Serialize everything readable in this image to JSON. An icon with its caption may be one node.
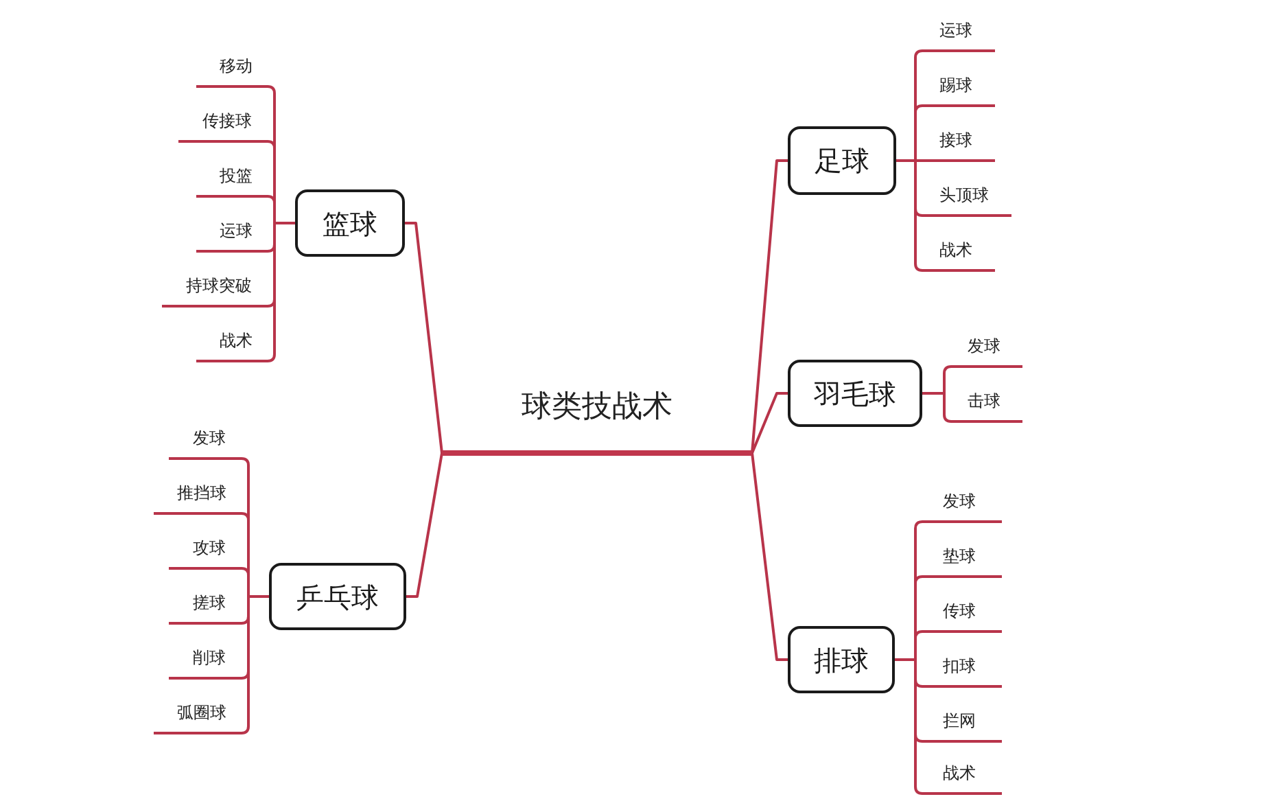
{
  "diagram": {
    "nodes": [
      {
        "text": [
          "球类技战术"
        ]
      },
      {
        "text": [
          "篮球"
        ]
      },
      {
        "text": [
          "移动"
        ]
      },
      {
        "text": [
          "传接球"
        ]
      },
      {
        "text": [
          "投篮"
        ]
      },
      {
        "text": [
          "运球"
        ]
      },
      {
        "text": [
          "持球突破"
        ]
      },
      {
        "text": [
          "战术"
        ]
      },
      {
        "text": [
          "乒乓球"
        ]
      },
      {
        "text": [
          "发球"
        ]
      },
      {
        "text": [
          "推挡球"
        ]
      },
      {
        "text": [
          "攻球"
        ]
      },
      {
        "text": [
          "搓球"
        ]
      },
      {
        "text": [
          "削球"
        ]
      },
      {
        "text": [
          "弧圈球"
        ]
      },
      {
        "text": [
          "足球"
        ]
      },
      {
        "text": [
          "运球"
        ]
      },
      {
        "text": [
          "踢球"
        ]
      },
      {
        "text": [
          "接球"
        ]
      },
      {
        "text": [
          "头顶球"
        ]
      },
      {
        "text": [
          "战术"
        ]
      },
      {
        "text": [
          "羽毛球"
        ]
      },
      {
        "text": [
          "发球"
        ]
      },
      {
        "text": [
          "击球"
        ]
      },
      {
        "text": [
          "排球"
        ]
      },
      {
        "text": [
          "发球"
        ]
      },
      {
        "text": [
          "垫球"
        ]
      },
      {
        "text": [
          "传球"
        ]
      },
      {
        "text": [
          "扣球"
        ]
      },
      {
        "text": [
          "拦网"
        ]
      },
      {
        "text": [
          "战术"
        ]
      }
    ],
    "edges": [
      {
        "from": 0,
        "to": 1,
        "arrow": "none"
      },
      {
        "from": 0,
        "to": 8,
        "arrow": "none"
      },
      {
        "from": 0,
        "to": 15,
        "arrow": "none"
      },
      {
        "from": 0,
        "to": 21,
        "arrow": "none"
      },
      {
        "from": 0,
        "to": 24,
        "arrow": "none"
      },
      {
        "from": 1,
        "to": 2,
        "arrow": "none"
      },
      {
        "from": 1,
        "to": 3,
        "arrow": "none"
      },
      {
        "from": 1,
        "to": 4,
        "arrow": "none"
      },
      {
        "from": 1,
        "to": 5,
        "arrow": "none"
      },
      {
        "from": 1,
        "to": 6,
        "arrow": "none"
      },
      {
        "from": 1,
        "to": 7,
        "arrow": "none"
      },
      {
        "from": 8,
        "to": 9,
        "arrow": "none"
      },
      {
        "from": 8,
        "to": 10,
        "arrow": "none"
      },
      {
        "from": 8,
        "to": 11,
        "arrow": "none"
      },
      {
        "from": 8,
        "to": 12,
        "arrow": "none"
      },
      {
        "from": 8,
        "to": 13,
        "arrow": "none"
      },
      {
        "from": 8,
        "to": 14,
        "arrow": "none"
      },
      {
        "from": 15,
        "to": 16,
        "arrow": "none"
      },
      {
        "from": 15,
        "to": 17,
        "arrow": "none"
      },
      {
        "from": 15,
        "to": 18,
        "arrow": "none"
      },
      {
        "from": 15,
        "to": 19,
        "arrow": "none"
      },
      {
        "from": 15,
        "to": 20,
        "arrow": "none"
      },
      {
        "from": 21,
        "to": 22,
        "arrow": "none"
      },
      {
        "from": 21,
        "to": 23,
        "arrow": "none"
      },
      {
        "from": 24,
        "to": 25,
        "arrow": "none"
      },
      {
        "from": 24,
        "to": 26,
        "arrow": "none"
      },
      {
        "from": 24,
        "to": 27,
        "arrow": "none"
      },
      {
        "from": 24,
        "to": 28,
        "arrow": "none"
      },
      {
        "from": 24,
        "to": 29,
        "arrow": "none"
      },
      {
        "from": 24,
        "to": 30,
        "arrow": "none"
      }
    ]
  }
}
